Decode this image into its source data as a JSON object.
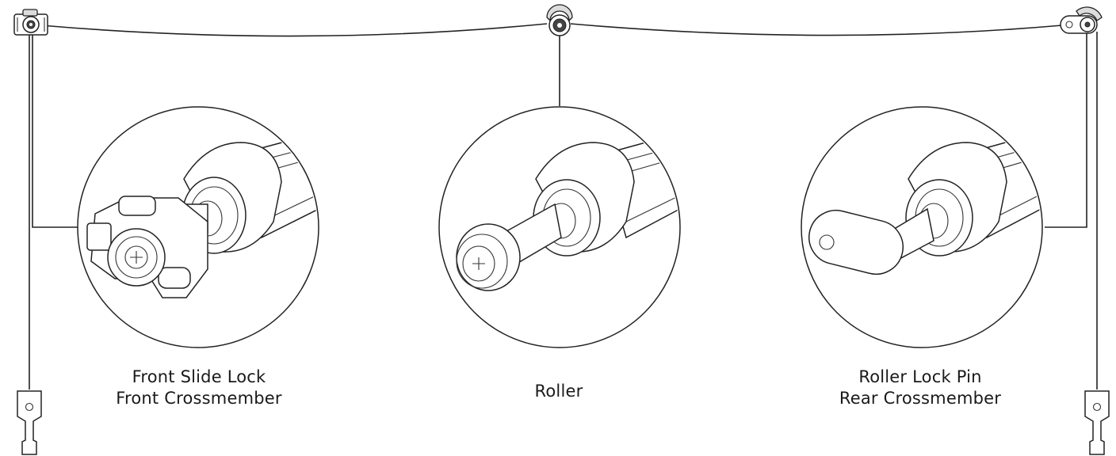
{
  "labels": {
    "front": {
      "line1": "Front Slide Lock",
      "line2": "Front Crossmember"
    },
    "center": {
      "line1": "Roller"
    },
    "rear": {
      "line1": "Roller Lock Pin",
      "line2": "Rear Crossmember"
    }
  },
  "colors": {
    "line": "#222222",
    "text": "#1a1a1a",
    "background": "#ffffff",
    "shade": "#dcdcdc"
  },
  "icons": {
    "front_mount": "camera-mount-icon",
    "center_mount": "roller-node-icon",
    "rear_mount": "lock-pin-node-icon",
    "left_tag": "hang-tag-icon",
    "right_tag": "hang-tag-icon"
  }
}
